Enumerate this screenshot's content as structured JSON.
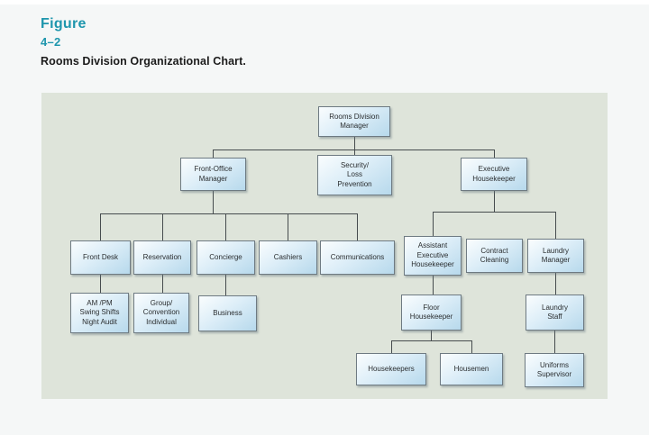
{
  "header": {
    "figure_label": "Figure",
    "figure_number": "4–2",
    "caption": "Rooms Division Organizational Chart."
  },
  "colors": {
    "accent_teal": "#1e96ad",
    "caption_text": "#1c1c1c",
    "page_background": "#f5f7f7",
    "panel_background": "#dee4da",
    "node_fill_light": "#fafdfe",
    "node_fill_dark": "#b7d9ec",
    "node_border": "#6e7a82",
    "connector": "#464c4e"
  },
  "nodes": {
    "rooms_division_manager": "Rooms Division\nManager",
    "front_office_manager": "Front-Office\nManager",
    "security_loss_prevention": "Security/\nLoss\nPrevention",
    "executive_housekeeper": "Executive\nHousekeeper",
    "front_desk": "Front Desk",
    "reservation": "Reservation",
    "concierge": "Concierge",
    "cashiers": "Cashiers",
    "communications": "Communications",
    "assistant_executive_housekeeper": "Assistant\nExecutive\nHousekeeper",
    "contract_cleaning": "Contract\nCleaning",
    "laundry_manager": "Laundry\nManager",
    "am_pm_swing_shifts_night_audit": "AM /PM\nSwing Shifts\nNight Audit",
    "group_convention_individual": "Group/\nConvention\nIndividual",
    "business": "Business",
    "floor_housekeeper": "Floor\nHousekeeper",
    "laundry_staff": "Laundry\nStaff",
    "housekeepers": "Housekeepers",
    "housemen": "Housemen",
    "uniforms_supervisor": "Uniforms\nSupervisor"
  },
  "org_chart": {
    "type": "org-tree",
    "root": {
      "label": "Rooms Division Manager",
      "children": [
        {
          "label": "Front-Office Manager",
          "children": [
            {
              "label": "Front Desk",
              "children": [
                {
                  "label": "AM /PM Swing Shifts Night Audit"
                }
              ]
            },
            {
              "label": "Reservation",
              "children": [
                {
                  "label": "Group/ Convention Individual"
                }
              ]
            },
            {
              "label": "Concierge",
              "children": [
                {
                  "label": "Business"
                }
              ]
            },
            {
              "label": "Cashiers"
            },
            {
              "label": "Communications"
            }
          ]
        },
        {
          "label": "Security/ Loss Prevention"
        },
        {
          "label": "Executive Housekeeper",
          "children": [
            {
              "label": "Assistant Executive Housekeeper",
              "children": [
                {
                  "label": "Floor Housekeeper",
                  "children": [
                    {
                      "label": "Housekeepers"
                    },
                    {
                      "label": "Housemen"
                    }
                  ]
                }
              ]
            },
            {
              "label": "Contract Cleaning"
            },
            {
              "label": "Laundry Manager",
              "children": [
                {
                  "label": "Laundry Staff",
                  "children": [
                    {
                      "label": "Uniforms Supervisor"
                    }
                  ]
                }
              ]
            }
          ]
        }
      ]
    }
  }
}
